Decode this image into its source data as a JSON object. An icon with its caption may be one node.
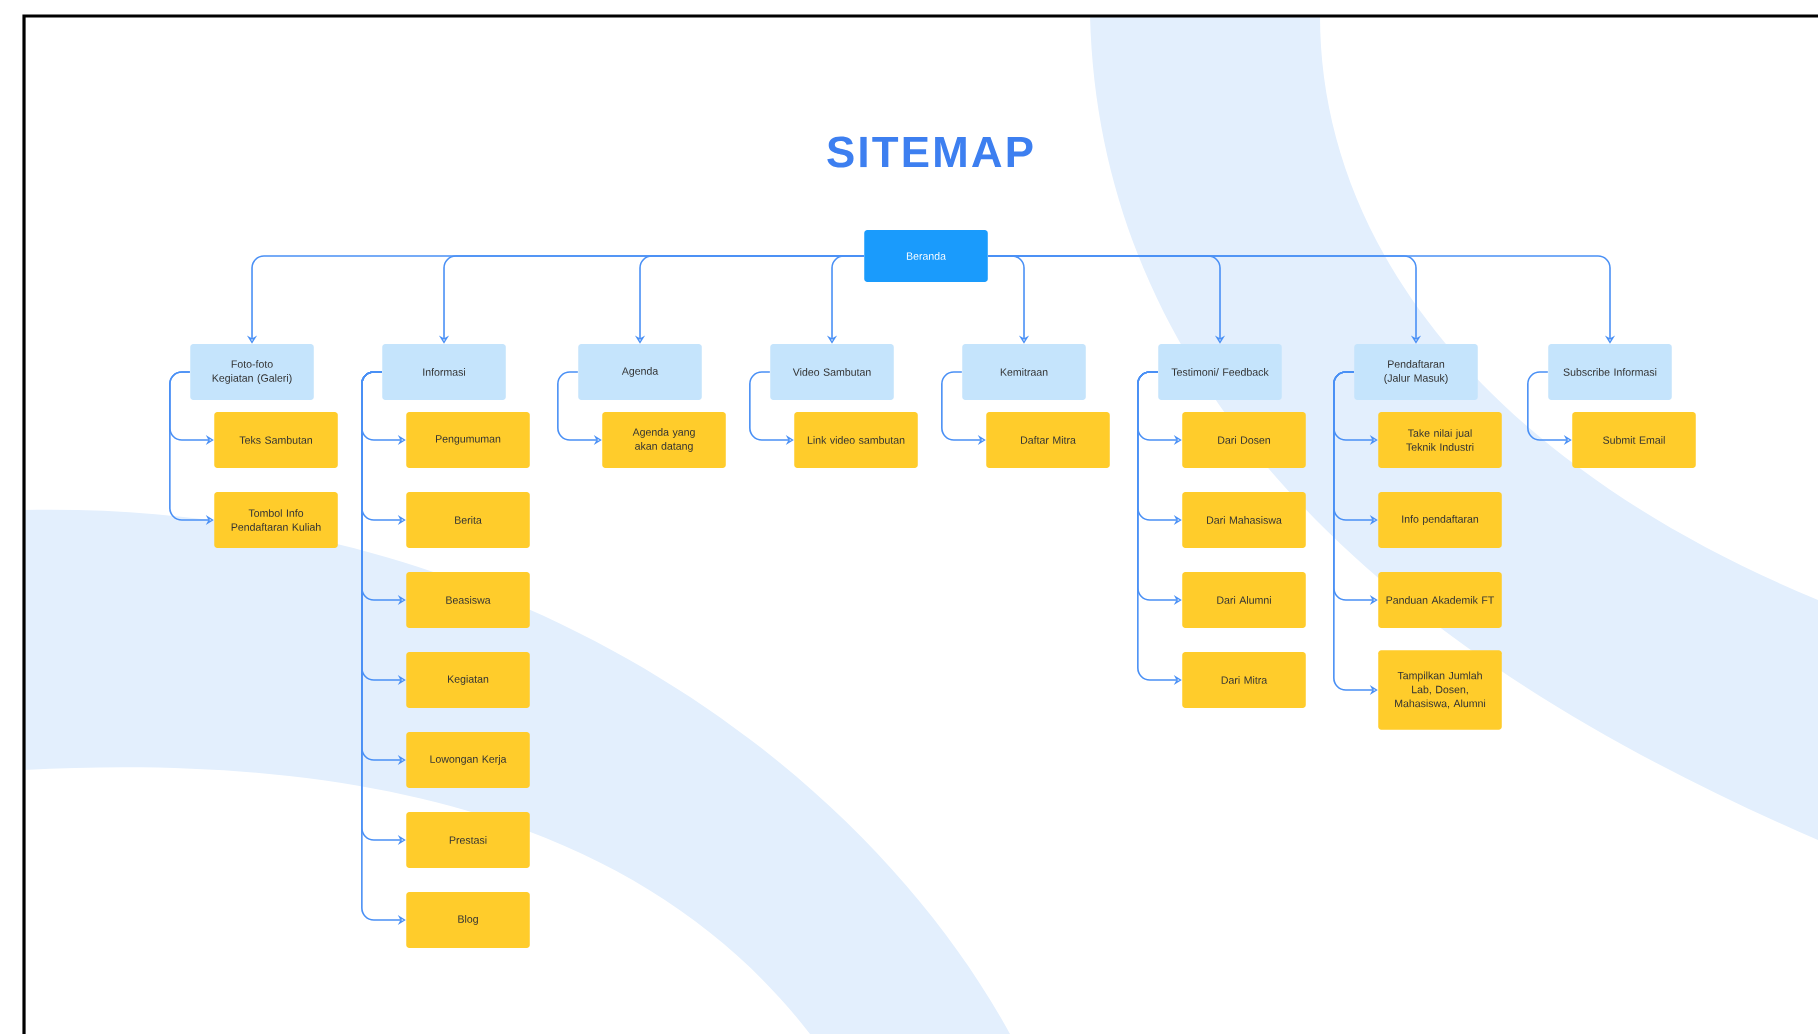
{
  "diagram": {
    "title": "SITEMAP",
    "nodes": [
      {
        "text": [
          "Beranda"
        ]
      },
      {
        "text": [
          "Foto-foto Kegiatan (Galeri)"
        ]
      },
      {
        "text": [
          "Teks Sambutan"
        ]
      },
      {
        "text": [
          "Tombol Info Pendaftaran Kuliah"
        ]
      },
      {
        "text": [
          "Informasi"
        ]
      },
      {
        "text": [
          "Pengumuman"
        ]
      },
      {
        "text": [
          "Berita"
        ]
      },
      {
        "text": [
          "Beasiswa"
        ]
      },
      {
        "text": [
          "Kegiatan"
        ]
      },
      {
        "text": [
          "Lowongan Kerja"
        ]
      },
      {
        "text": [
          "Prestasi"
        ]
      },
      {
        "text": [
          "Blog"
        ]
      },
      {
        "text": [
          "Agenda"
        ]
      },
      {
        "text": [
          "Agenda yang akan datang"
        ]
      },
      {
        "text": [
          "Video Sambutan"
        ]
      },
      {
        "text": [
          "Link video sambutan"
        ]
      },
      {
        "text": [
          "Kemitraan"
        ]
      },
      {
        "text": [
          "Daftar Mitra"
        ]
      },
      {
        "text": [
          "Testimoni/ Feedback"
        ]
      },
      {
        "text": [
          "Dari Dosen"
        ]
      },
      {
        "text": [
          "Dari Mahasiswa"
        ]
      },
      {
        "text": [
          "Dari Alumni"
        ]
      },
      {
        "text": [
          "Dari Mitra"
        ]
      },
      {
        "text": [
          "Pendaftaran (Jalur Masuk)"
        ]
      },
      {
        "text": [
          "Take nilai jual Teknik Industri"
        ]
      },
      {
        "text": [
          "Info pendaftaran"
        ]
      },
      {
        "text": [
          "Panduan Akademik FT"
        ]
      },
      {
        "text": [
          "Tampilkan Jumlah Lab, Dosen, Mahasiswa, Alumni"
        ]
      },
      {
        "text": [
          "Subscribe Informasi"
        ]
      },
      {
        "text": [
          "Submit Email"
        ]
      }
    ],
    "edges": [
      {
        "from": 0,
        "to": 1,
        "arrow": "to"
      },
      {
        "from": 0,
        "to": 4,
        "arrow": "to"
      },
      {
        "from": 0,
        "to": 12,
        "arrow": "to"
      },
      {
        "from": 0,
        "to": 14,
        "arrow": "to"
      },
      {
        "from": 0,
        "to": 16,
        "arrow": "to"
      },
      {
        "from": 0,
        "to": 18,
        "arrow": "to"
      },
      {
        "from": 0,
        "to": 23,
        "arrow": "to"
      },
      {
        "from": 0,
        "to": 28,
        "arrow": "to"
      },
      {
        "from": 1,
        "to": 2,
        "arrow": "to"
      },
      {
        "from": 1,
        "to": 3,
        "arrow": "to"
      },
      {
        "from": 4,
        "to": 5,
        "arrow": "to"
      },
      {
        "from": 4,
        "to": 6,
        "arrow": "to"
      },
      {
        "from": 4,
        "to": 7,
        "arrow": "to"
      },
      {
        "from": 4,
        "to": 8,
        "arrow": "to"
      },
      {
        "from": 4,
        "to": 9,
        "arrow": "to"
      },
      {
        "from": 4,
        "to": 10,
        "arrow": "to"
      },
      {
        "from": 4,
        "to": 11,
        "arrow": "to"
      },
      {
        "from": 12,
        "to": 13,
        "arrow": "to"
      },
      {
        "from": 14,
        "to": 15,
        "arrow": "to"
      },
      {
        "from": 16,
        "to": 17,
        "arrow": "to"
      },
      {
        "from": 18,
        "to": 19,
        "arrow": "to"
      },
      {
        "from": 18,
        "to": 20,
        "arrow": "to"
      },
      {
        "from": 18,
        "to": 21,
        "arrow": "to"
      },
      {
        "from": 18,
        "to": 22,
        "arrow": "to"
      },
      {
        "from": 23,
        "to": 24,
        "arrow": "to"
      },
      {
        "from": 23,
        "to": 25,
        "arrow": "to"
      },
      {
        "from": 23,
        "to": 26,
        "arrow": "to"
      },
      {
        "from": 23,
        "to": 27,
        "arrow": "to"
      },
      {
        "from": 28,
        "to": 29,
        "arrow": "to"
      }
    ]
  }
}
